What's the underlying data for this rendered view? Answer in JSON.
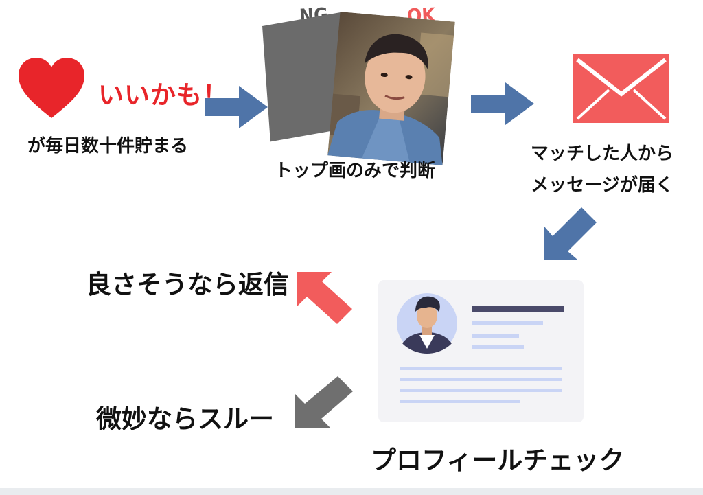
{
  "likes": {
    "badge": "いいかも！",
    "caption": "が毎日数十件貯まる"
  },
  "judge": {
    "ng_label": "NG",
    "ok_label": "OK",
    "caption": "トップ画のみで判断"
  },
  "message": {
    "caption_line1": "マッチした人から",
    "caption_line2": "メッセージが届く"
  },
  "profile": {
    "caption": "プロフィールチェック"
  },
  "outcomes": {
    "good": "良さそうなら返信",
    "skip": "微妙ならスルー"
  },
  "colors": {
    "heart": "#e8252a",
    "envelope": "#f25c5c",
    "arrow_blue": "#4f74a8",
    "arrow_red": "#f25c5c",
    "arrow_gray": "#6f6f6f",
    "card_bg": "#f3f3f6",
    "line_dark": "#4a4a6a",
    "line_light": "#c9d4f5"
  }
}
